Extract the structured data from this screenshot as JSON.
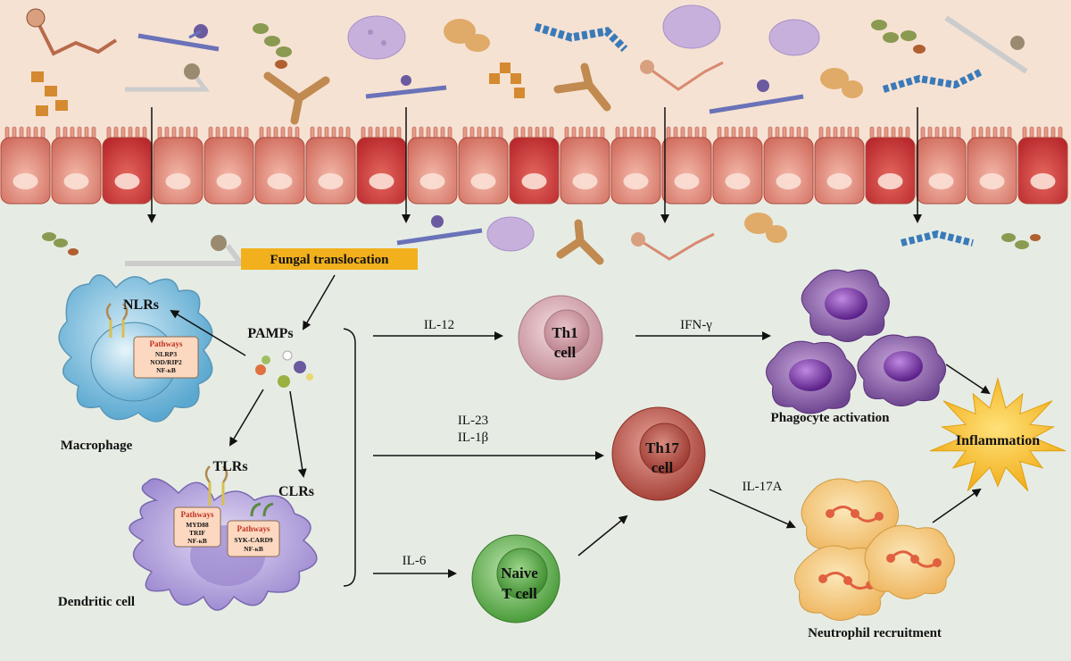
{
  "labels": {
    "fungal_translocation": "Fungal translocation",
    "nlrs": "NLRs",
    "pamps": "PAMPs",
    "macrophage": "Macrophage",
    "tlrs": "TLRs",
    "clrs": "CLRs",
    "dendritic_cell": "Dendritic cell",
    "il12": "IL-12",
    "il23": "IL-23",
    "il1b": "IL-1β",
    "il6": "IL-6",
    "ifng": "IFN-γ",
    "il17a": "IL-17A",
    "th1_line1": "Th1",
    "th1_line2": "cell",
    "th17_line1": "Th17",
    "th17_line2": "cell",
    "naive_line1": "Naive",
    "naive_line2": "T cell",
    "phagocyte_activation": "Phagocyte activation",
    "neutrophil_recruitment": "Neutrophil recruitment",
    "inflammation": "Inflammation"
  },
  "macrophage_box": {
    "title": "Pathways",
    "lines": [
      "NLRP3",
      "NOD/RIP2",
      "NF-κB"
    ]
  },
  "dc_box_tlr": {
    "title": "Pathways",
    "lines": [
      "MYD88",
      "TRIF",
      "NF-κB"
    ]
  },
  "dc_box_clr": {
    "title": "Pathways",
    "lines": [
      "SYK-CARD9",
      "NF-κB"
    ]
  },
  "colors": {
    "lumen": "#f6e2d3",
    "tissue": "#e6ece4",
    "epithelium": "#d97a6c",
    "epithelium_dark": "#b8262b",
    "banner": "#f2b01c",
    "macrophage": "#7fc1df",
    "dendritic": "#b7a8df",
    "th1": "#d8a7ae",
    "th17": "#c05a4f",
    "naive": "#5fb24e",
    "phagocyte": "#7a4e9a",
    "neutrophil": "#f4c878",
    "inflammation": "#f3bd1c"
  }
}
